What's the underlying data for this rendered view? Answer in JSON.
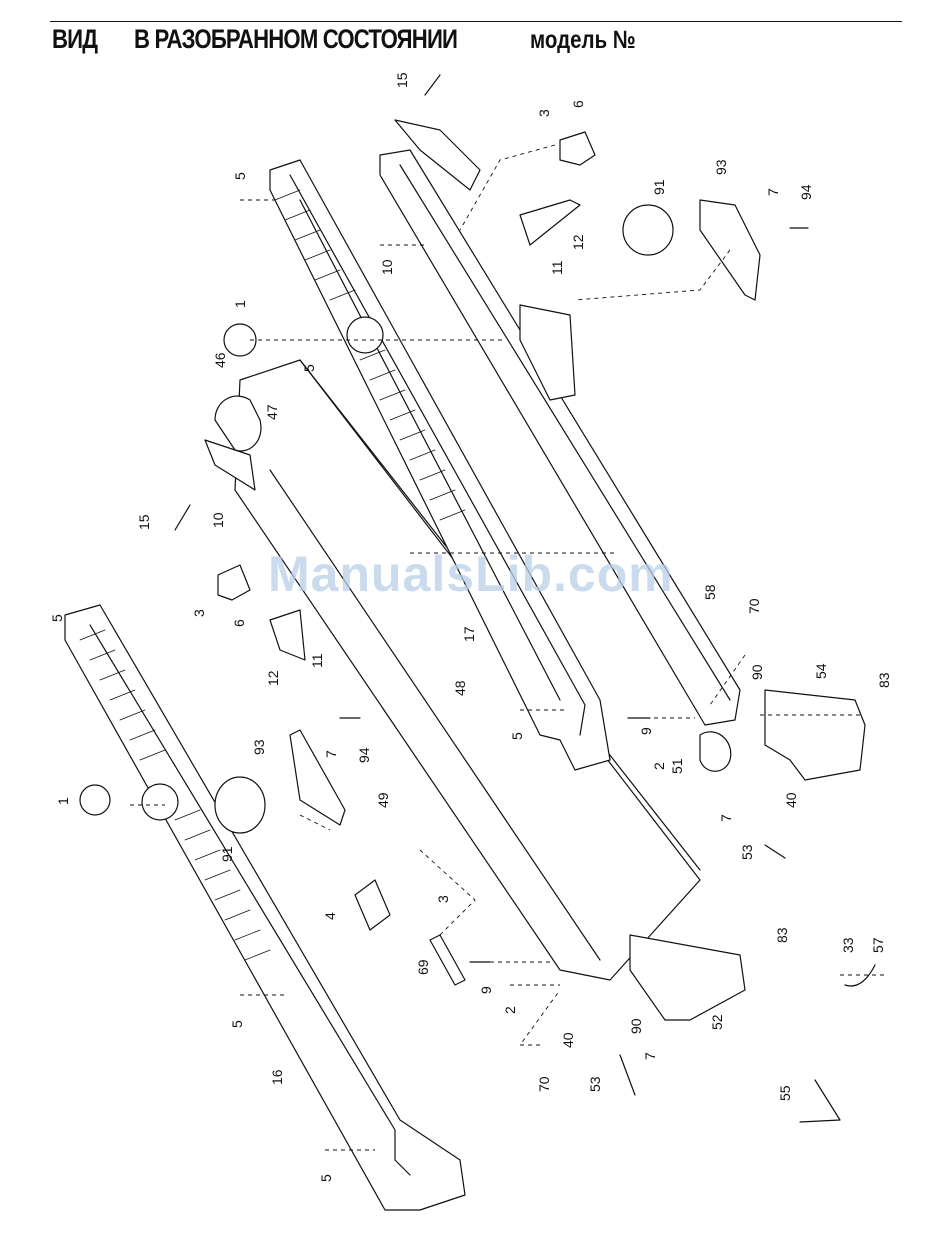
{
  "header": {
    "title_word1": "ВИД",
    "title_word2": "В РАЗОБРАННОМ СОСТОЯНИИ",
    "model_label": "модель №"
  },
  "watermark": "ManualsLib.com",
  "part_labels": [
    "15",
    "3",
    "6",
    "5",
    "93",
    "91",
    "7",
    "94",
    "10",
    "11",
    "12",
    "1",
    "46",
    "47",
    "5",
    "15",
    "10",
    "3",
    "6",
    "12",
    "11",
    "17",
    "58",
    "70",
    "90",
    "54",
    "83",
    "48",
    "9",
    "2",
    "51",
    "40",
    "7",
    "53",
    "93",
    "7",
    "94",
    "49",
    "5",
    "1",
    "91",
    "4",
    "3",
    "69",
    "9",
    "2",
    "33",
    "57",
    "83",
    "52",
    "90",
    "70",
    "40",
    "7",
    "53",
    "5",
    "16",
    "55",
    "5",
    "5"
  ]
}
